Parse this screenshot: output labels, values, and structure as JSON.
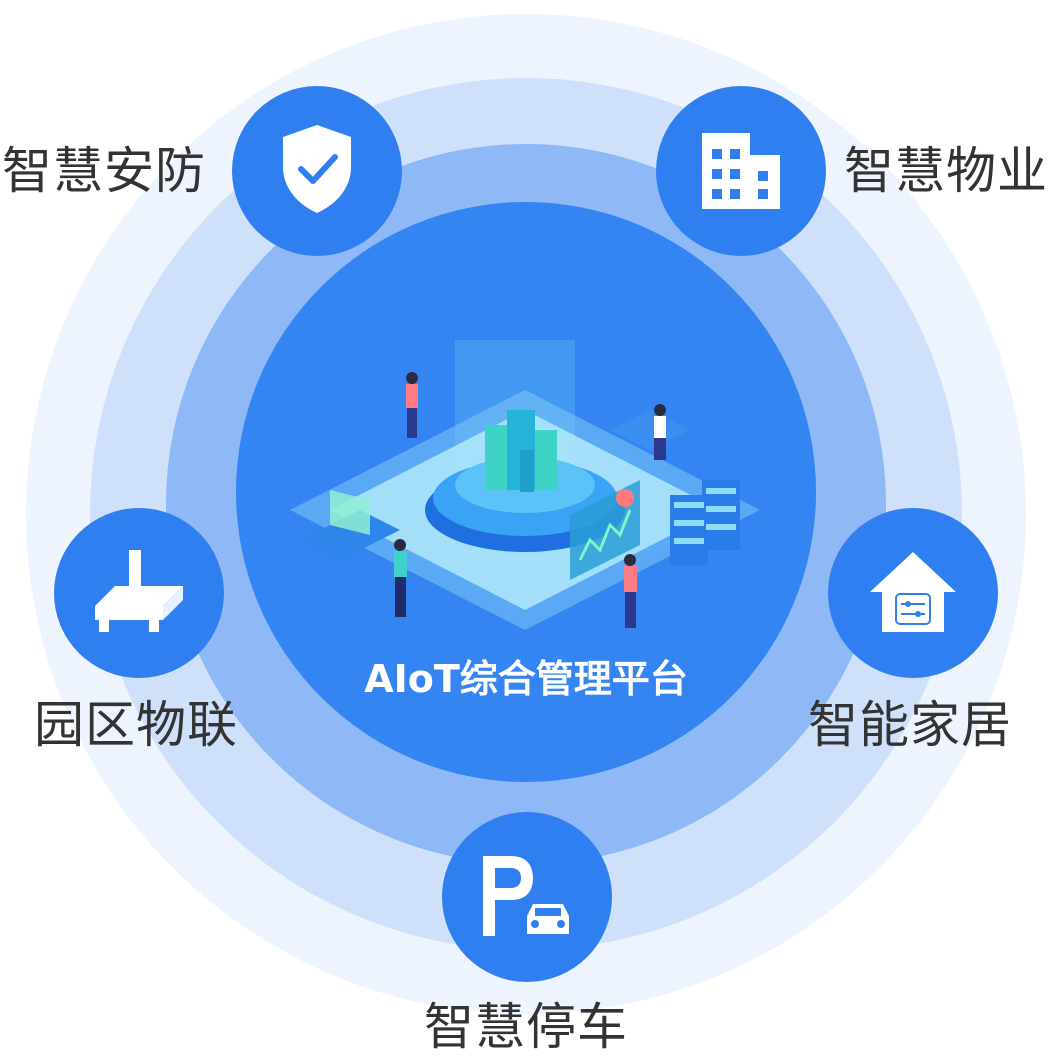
{
  "center": {
    "title": "AIoT综合管理平台"
  },
  "nodes": {
    "security": {
      "label": "智慧安防",
      "icon": "shield-check-icon"
    },
    "property": {
      "label": "智慧物业",
      "icon": "building-icon"
    },
    "park_iot": {
      "label": "园区物联",
      "icon": "factory-icon"
    },
    "home": {
      "label": "智能家居",
      "icon": "smart-home-icon"
    },
    "parking": {
      "label": "智慧停车",
      "icon": "parking-car-icon"
    }
  },
  "colors": {
    "ring_outer": "#eef4fe",
    "ring_2": "#cfe0fb",
    "ring_3": "#8fb8f6",
    "core": "#3484f2",
    "node": "#2f7ff0",
    "label_text": "#333333"
  }
}
